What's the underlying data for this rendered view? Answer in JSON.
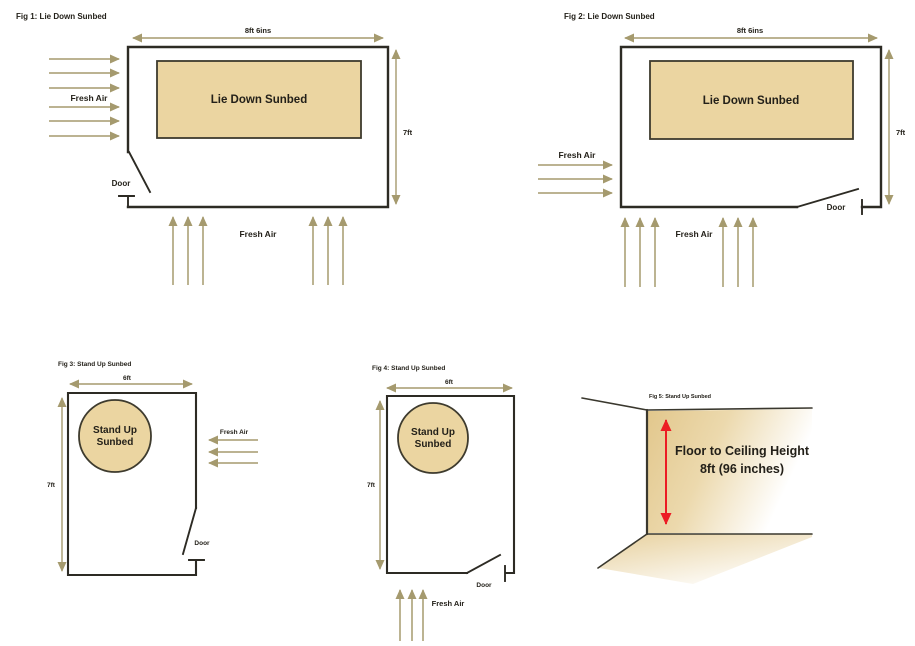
{
  "figures": {
    "fig1": {
      "title": "Fig 1: Lie Down Sunbed",
      "width_dim": "8ft 6ins",
      "height_dim": "7ft",
      "sunbed": "Lie Down Sunbed",
      "fresh_air_left": "Fresh Air",
      "fresh_air_bottom": "Fresh Air",
      "door": "Door"
    },
    "fig2": {
      "title": "Fig 2: Lie Down Sunbed",
      "width_dim": "8ft 6ins",
      "height_dim": "7ft",
      "sunbed": "Lie Down Sunbed",
      "fresh_air_left": "Fresh Air",
      "fresh_air_bottom": "Fresh Air",
      "door": "Door"
    },
    "fig3": {
      "title": "Fig 3: Stand Up Sunbed",
      "width_dim": "6ft",
      "height_dim": "7ft",
      "sunbed_line1": "Stand Up",
      "sunbed_line2": "Sunbed",
      "fresh_air_right": "Fresh Air",
      "door": "Door"
    },
    "fig4": {
      "title": "Fig 4: Stand Up Sunbed",
      "width_dim": "6ft",
      "height_dim": "7ft",
      "sunbed_line1": "Stand Up",
      "sunbed_line2": "Sunbed",
      "fresh_air_bottom": "Fresh Air",
      "door": "Door"
    },
    "fig5": {
      "title": "Fig 5: Stand Up Sunbed",
      "caption_line1": "Floor to Ceiling Height",
      "caption_line2": "8ft (96 inches)"
    }
  },
  "colors": {
    "sunbed_fill": "#ebd5a1",
    "sunbed_stroke": "#3e3b2e",
    "wall": "#2d2b24",
    "arrow": "#a59a6e",
    "red_arrow": "#ec1c24",
    "text": "#232019",
    "fig5_wall_tan": "#e2c78c",
    "fig5_wall_mid": "#ecd9ad",
    "fig5_white": "#ffffff",
    "fig5_floor_tan": "#e7d09d"
  }
}
